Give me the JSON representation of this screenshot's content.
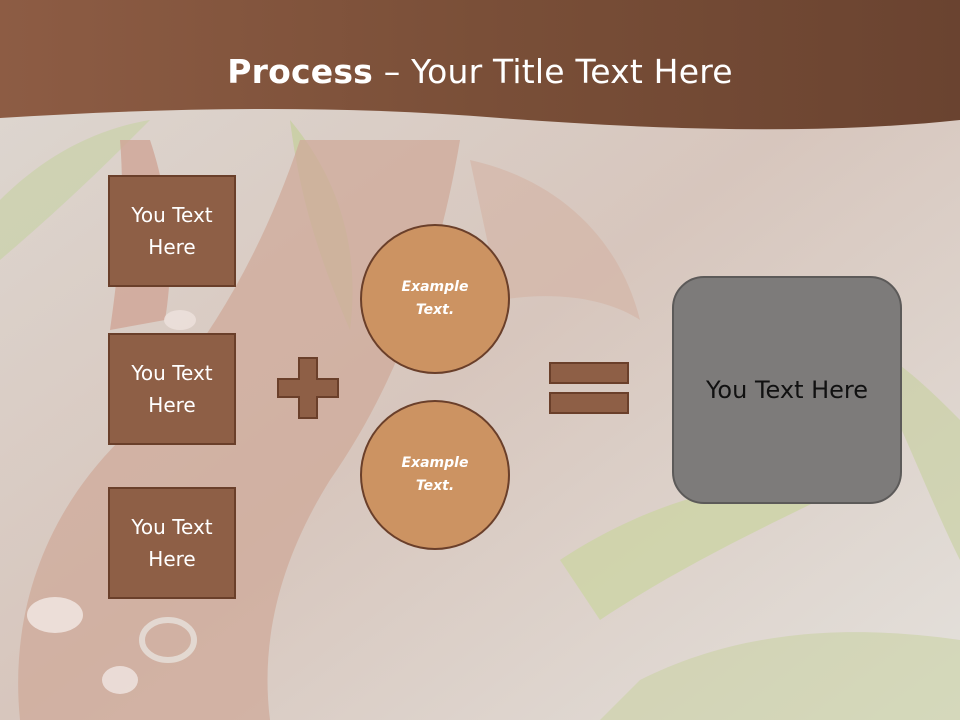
{
  "title": {
    "bold": "Process",
    "rest": " – Your Title Text Here"
  },
  "left_boxes": [
    {
      "label": "You Text Here"
    },
    {
      "label": "You Text Here"
    },
    {
      "label": "You Text Here"
    }
  ],
  "circles": [
    {
      "label": "Example Text."
    },
    {
      "label": "Example Text."
    }
  ],
  "result": {
    "label": "You Text Here"
  },
  "colors": {
    "header_brown": "#7a4f38",
    "box_brown": "#8e5f46",
    "circle_tan": "#cc9362",
    "result_gray": "#7d7b7a",
    "outline": "#6a3f2a"
  },
  "icons": {
    "plus": "plus-icon",
    "equals": "equals-icon"
  }
}
